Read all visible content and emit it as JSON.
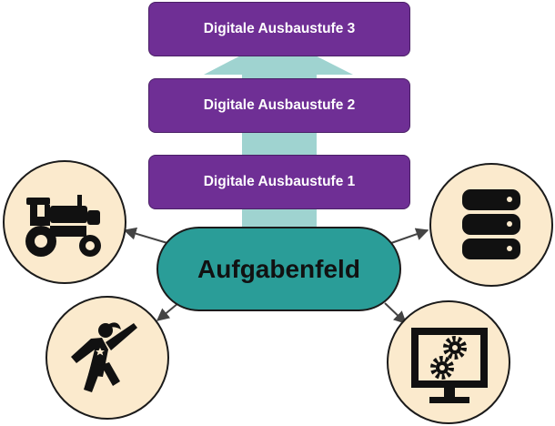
{
  "stages": [
    {
      "label": "Digitale Ausbaustufe 3"
    },
    {
      "label": "Digitale Ausbaustufe 2"
    },
    {
      "label": "Digitale Ausbaustufe 1"
    }
  ],
  "center": {
    "label": "Aufgabenfeld"
  },
  "colors": {
    "stage_fill": "#6f2f95",
    "center_fill": "#2a9d98",
    "arrow_fill": "#9fd3d0",
    "circle_fill": "#fbeacd",
    "connector": "#444444"
  },
  "icons": [
    "tractor-icon",
    "database-icon",
    "superhero-icon",
    "monitor-gears-icon"
  ]
}
